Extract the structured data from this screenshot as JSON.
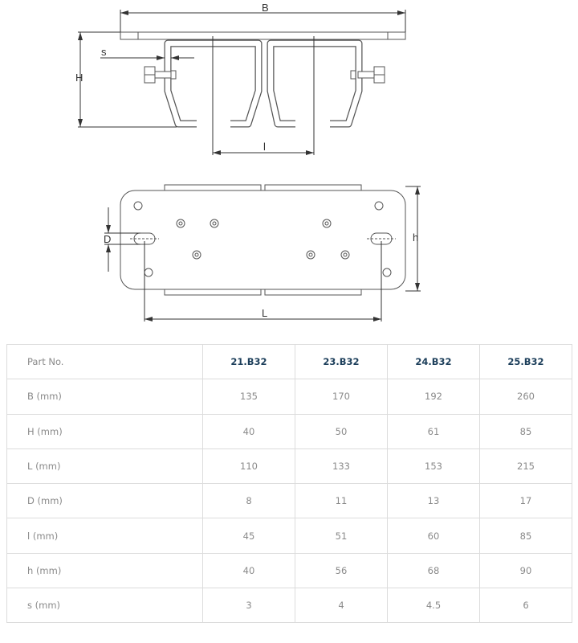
{
  "drawing": {
    "labels": {
      "B": "B",
      "H": "H",
      "s": "s",
      "l": "l",
      "D": "D",
      "h": "h",
      "L": "L"
    }
  },
  "table": {
    "header": {
      "label": "Part No.",
      "parts": [
        "21.B32",
        "23.B32",
        "24.B32",
        "25.B32"
      ]
    },
    "rows": [
      {
        "label": "B (mm)",
        "values": [
          "135",
          "170",
          "192",
          "260"
        ]
      },
      {
        "label": "H (mm)",
        "values": [
          "40",
          "50",
          "61",
          "85"
        ]
      },
      {
        "label": "L (mm)",
        "values": [
          "110",
          "133",
          "153",
          "215"
        ]
      },
      {
        "label": "D (mm)",
        "values": [
          "8",
          "11",
          "13",
          "17"
        ]
      },
      {
        "label": "l (mm)",
        "values": [
          "45",
          "51",
          "60",
          "85"
        ]
      },
      {
        "label": "h (mm)",
        "values": [
          "40",
          "56",
          "68",
          "90"
        ]
      },
      {
        "label": "s (mm)",
        "values": [
          "3",
          "4",
          "4.5",
          "6"
        ]
      }
    ]
  },
  "colors": {
    "header_text": "#1d3f5b",
    "body_text": "#8a8a8a",
    "line": "#555555"
  }
}
